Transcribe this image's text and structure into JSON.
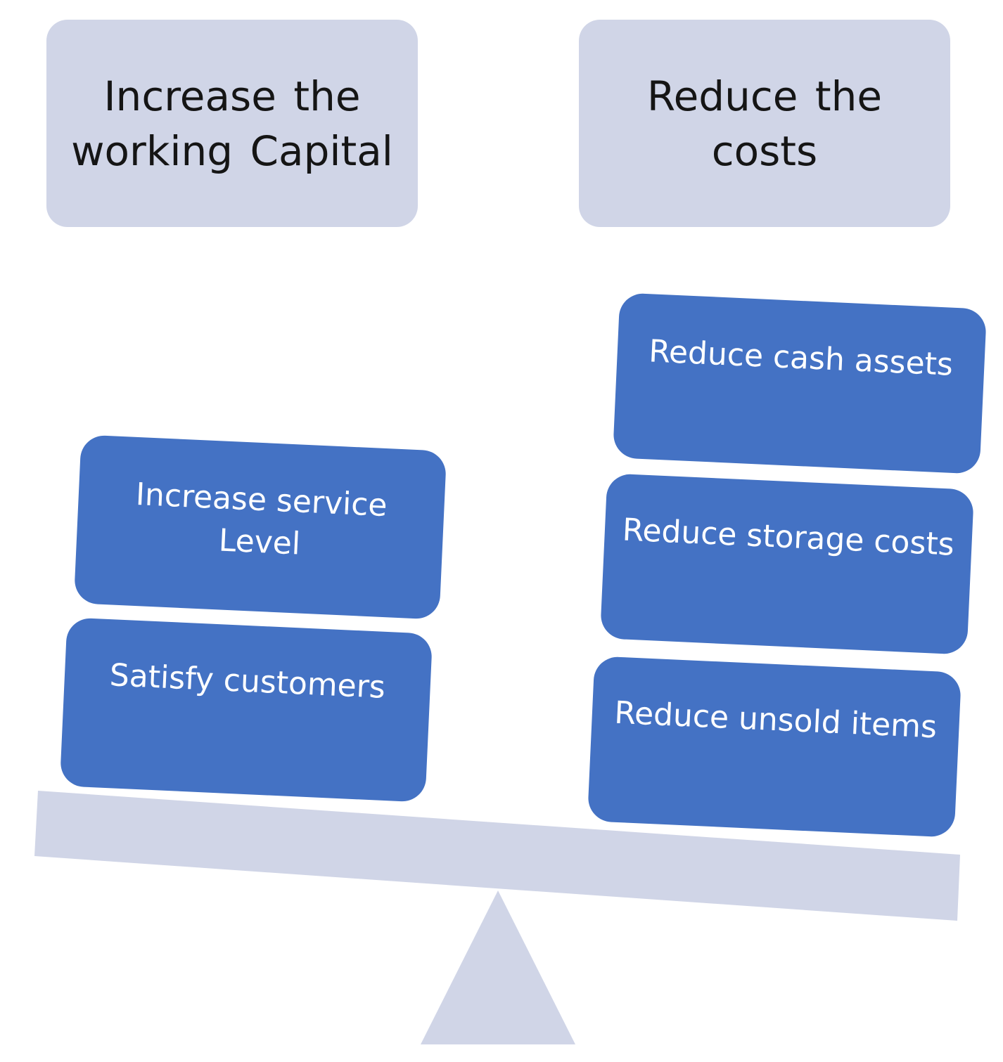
{
  "headers": {
    "left_line1": "Increase the",
    "left_line2": "working Capital",
    "right_line1": "Reduce the",
    "right_line2": "costs"
  },
  "left_stack": {
    "service_line1": "Increase service",
    "service_line2": "Level",
    "satisfy": "Satisfy customers"
  },
  "right_stack": {
    "cash": "Reduce cash assets",
    "storage": "Reduce storage costs",
    "unsold": "Reduce unsold items"
  },
  "colors": {
    "header_fill": "#d0d5e7",
    "box_fill": "#4472c4",
    "beam_fill": "#d0d5e7"
  }
}
